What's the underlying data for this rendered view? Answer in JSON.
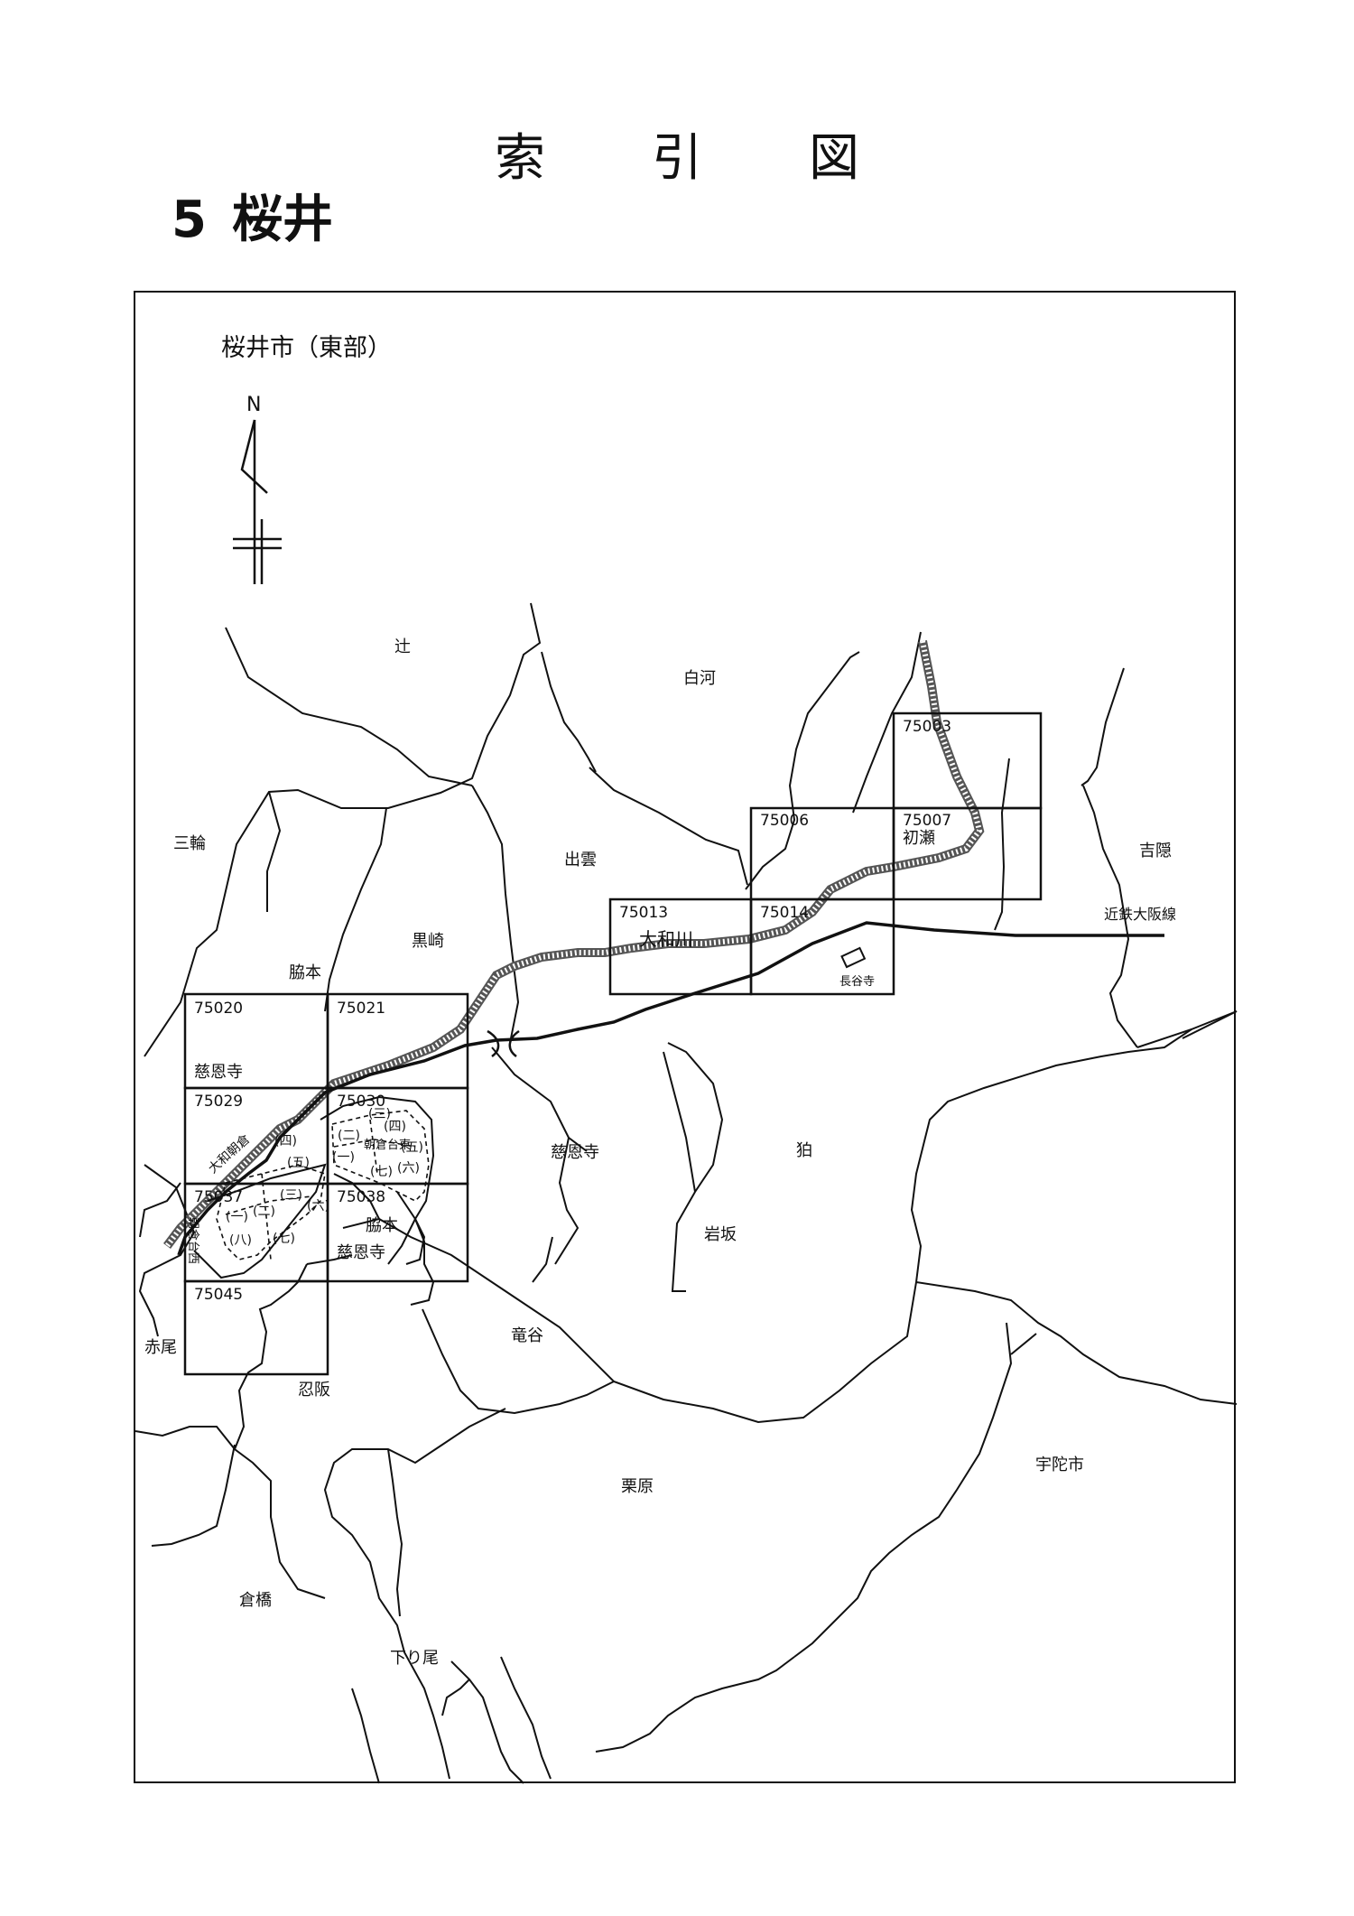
{
  "page": {
    "title": "索引図",
    "section_number": "5",
    "section_name": "桜井"
  },
  "map": {
    "subtitle": "桜井市（東部）",
    "north_label": "N",
    "index_cells": [
      "75003",
      "75006",
      "75007",
      "75013",
      "75014",
      "75020",
      "75021",
      "75029",
      "75030",
      "75037",
      "75038",
      "75045"
    ],
    "places": {
      "tsuji": "辻",
      "shirakawa": "白河",
      "miwa": "三輪",
      "izumo": "出雲",
      "hase_label": "初瀬",
      "yoshikakure": "吉隠",
      "kurosaki": "黒崎",
      "wakimoto_north": "脇本",
      "jionji_nw": "慈恩寺",
      "jionji_center": "慈恩寺",
      "hatsu": "狛",
      "iwasaka": "岩坂",
      "wakimoto_cell": "脇本",
      "jionji_cell": "慈恩寺",
      "akao": "赤尾",
      "tatsutani": "竜谷",
      "osaka": "忍阪",
      "awahara": "栗原",
      "uda_city": "宇陀市",
      "kurahashi": "倉橋",
      "shimoo": "下り尾",
      "hasedera": "長谷寺",
      "kintetsu_line": "近鉄大阪線",
      "yamato_river": "大和川",
      "yamato_asakura": "大和朝倉",
      "asakuradai_higashi": "朝倉台東",
      "asakuradai_nishi": "朝倉台西"
    },
    "block_numbers": {
      "east": [
        "(一)",
        "(二)",
        "(三)",
        "(四)",
        "(五)",
        "(六)",
        "(七)"
      ],
      "west": [
        "(一)",
        "(二)",
        "(三)",
        "(四)",
        "(五)",
        "(六)",
        "(七)",
        "(八)"
      ]
    }
  }
}
